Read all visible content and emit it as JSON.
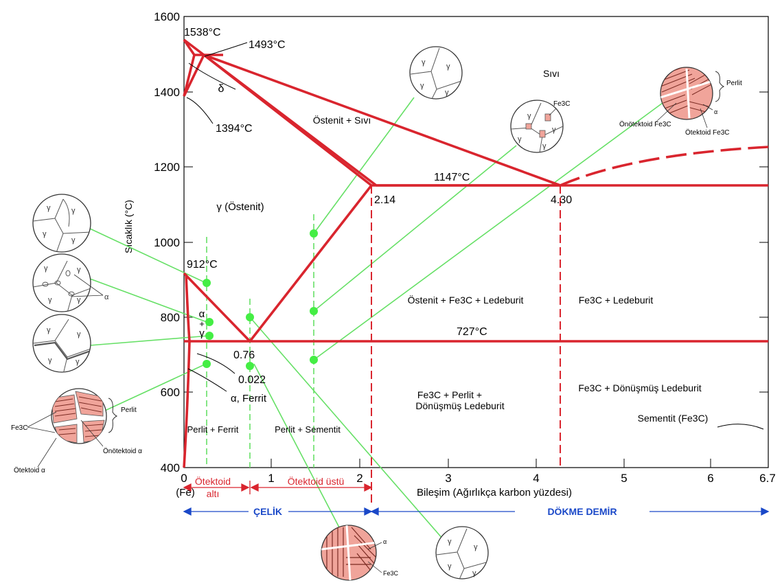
{
  "axes": {
    "y_label": "Sıcaklık (°C)",
    "x_label": "Bileşim (Ağırlıkça karbon yüzdesi)",
    "y_ticks": [
      "1600",
      "1400",
      "1200",
      "1000",
      "800",
      "600",
      "400"
    ],
    "x_ticks": [
      "0",
      "1",
      "2",
      "3",
      "4",
      "5",
      "6",
      "6.7"
    ],
    "x_origin_note": "(Fe)"
  },
  "temperatures": {
    "t1538": "1538°C",
    "t1493": "1493°C",
    "t1394": "1394°C",
    "t1147": "1147°C",
    "t912": "912°C",
    "t727": "727°C"
  },
  "compositions": {
    "c214": "2.14",
    "c430": "4.30",
    "c076": "0.76",
    "c0022": "0.022"
  },
  "regions": {
    "delta": "δ",
    "liquid": "Sıvı",
    "austenite_liquid": "Östenit + Sıvı",
    "austenite": "γ (Östenit)",
    "alpha_gamma_a": "α",
    "alpha_gamma_plus": "+",
    "alpha_gamma_g": "γ",
    "ferrite": "α, Ferrit",
    "aust_fe3c_led": "Östenit + Fe3C + Ledeburit",
    "fe3c_led": "Fe3C + Ledeburit",
    "fe3c_perlit_a": "Fe3C + Perlit +",
    "fe3c_perlit_b": "Dönüşmüş Ledeburit",
    "fe3c_trans_led": "Fe3C + Dönüşmüş Ledeburit",
    "perlit_ferrit": "Perlit + Ferrit",
    "perlit_sementit": "Perlit + Sementit",
    "sementit": "Sementit (Fe3C)"
  },
  "bottom": {
    "hypo_a": "Ötektoid",
    "hypo_b": "altı",
    "hyper": "Ötektoid üstü",
    "steel": "ÇELİK",
    "cast_iron": "DÖKME DEMİR"
  },
  "micro": {
    "gamma": "γ",
    "alpha": "α",
    "perlit": "Perlit",
    "fe3c": "Fe3C",
    "proeutectoid_fe3c": "Önötektoid Fe3C",
    "eutectoid_fe3c": "Ötektoid Fe3C",
    "proeutectoid_alpha": "Önötektoid α",
    "eutectoid_alpha": "Ötektoid α"
  },
  "colors": {
    "phase_line": "#d9252e",
    "tie_line": "#66e066",
    "dot": "#44ee44",
    "blue": "#1a48c8",
    "pearlite_fill": "#f0a49a"
  }
}
